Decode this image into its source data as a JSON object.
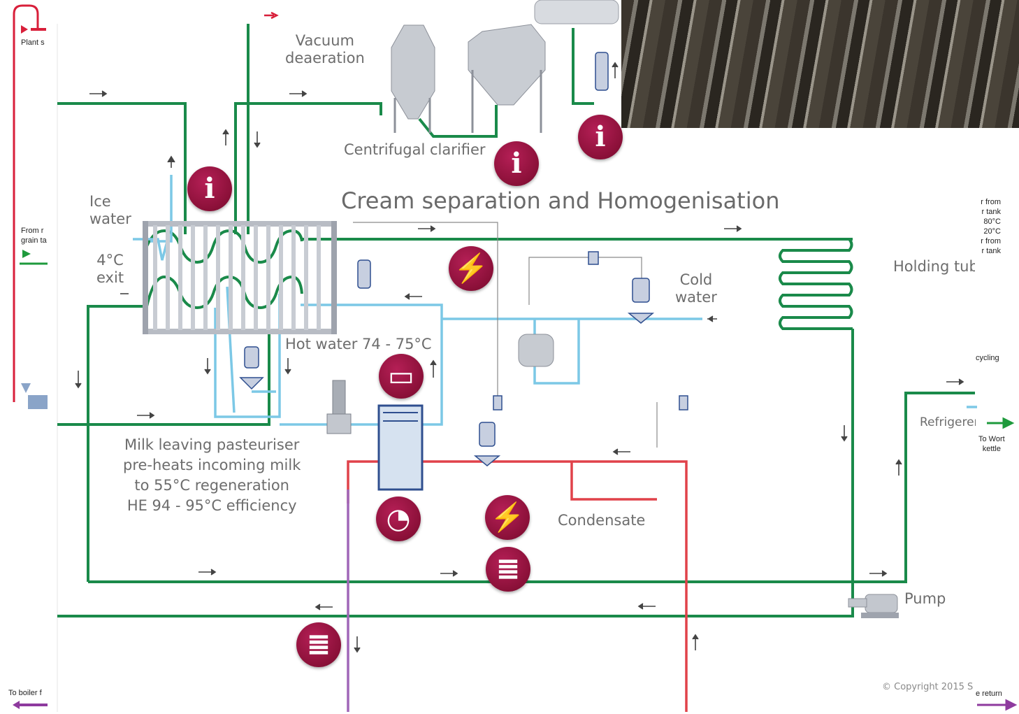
{
  "diagram": {
    "title": "Cream separation and Homogenisation",
    "labels": {
      "vacuum": "Vacuum\ndeaeration",
      "clarifier": "Centrifugal clarifier",
      "ice_water": "Ice\nwater",
      "exit": "4°C\nexit",
      "hot_water": "Hot water 74 - 75°C",
      "cold_water": "Cold\nwater",
      "holding_tube": "Holding tub",
      "milk_leaving": "Milk leaving pasteuriser\npre-heats incoming milk\nto 55°C regeneration\nHE 94 - 95°C efficiency",
      "condensate": "Condensate",
      "pump": "Pump",
      "refrigerant": "Refrigerer",
      "copyright": "© Copyright 2015  S"
    },
    "side_labels": {
      "plant": "Plant s",
      "from_grain": "From r\ngrain ta",
      "to_boiler": "To boiler f",
      "tank_info": "r from\nr tank\n80°C\n20°C\nr from\nr tank",
      "cycling": "cycling",
      "to_wort": "To Wort\nkettle",
      "return": "e return"
    },
    "hotspots": [
      {
        "kind": "info",
        "glyph": "i"
      },
      {
        "kind": "info",
        "glyph": "i"
      },
      {
        "kind": "info",
        "glyph": "i"
      },
      {
        "kind": "power",
        "glyph": "⚡"
      },
      {
        "kind": "laptop",
        "glyph": "▭"
      },
      {
        "kind": "gauge",
        "glyph": "◔"
      },
      {
        "kind": "power",
        "glyph": "⚡"
      },
      {
        "kind": "document",
        "glyph": "≣"
      },
      {
        "kind": "document",
        "glyph": "≣"
      }
    ],
    "colors": {
      "product_line": "#1a8a4a",
      "water_line": "#7cc8e6",
      "steam_line": "#e0424a",
      "condensate_line": "#a066b8",
      "hotspot": "#8e1440",
      "left_red": "#d81f3a",
      "left_green": "#1e9a3c",
      "purple_arrow": "#8e3a9e"
    }
  }
}
